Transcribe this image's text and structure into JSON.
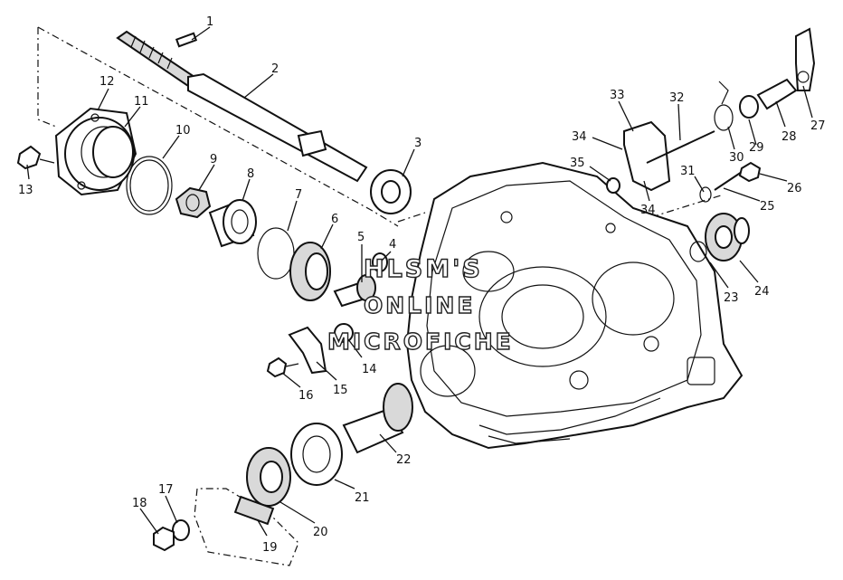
{
  "callouts": [
    {
      "id": "c1",
      "text": "1"
    },
    {
      "id": "c2",
      "text": "2"
    },
    {
      "id": "c3",
      "text": "3"
    },
    {
      "id": "c4",
      "text": "4"
    },
    {
      "id": "c5",
      "text": "5"
    },
    {
      "id": "c6",
      "text": "6"
    },
    {
      "id": "c7",
      "text": "7"
    },
    {
      "id": "c8",
      "text": "8"
    },
    {
      "id": "c9",
      "text": "9"
    },
    {
      "id": "c10",
      "text": "10"
    },
    {
      "id": "c11",
      "text": "11"
    },
    {
      "id": "c12",
      "text": "12"
    },
    {
      "id": "c13",
      "text": "13"
    },
    {
      "id": "c14",
      "text": "14"
    },
    {
      "id": "c15",
      "text": "15"
    },
    {
      "id": "c16",
      "text": "16"
    },
    {
      "id": "c17",
      "text": "17"
    },
    {
      "id": "c18",
      "text": "18"
    },
    {
      "id": "c19",
      "text": "19"
    },
    {
      "id": "c20",
      "text": "20"
    },
    {
      "id": "c21",
      "text": "21"
    },
    {
      "id": "c22",
      "text": "22"
    },
    {
      "id": "c23",
      "text": "23"
    },
    {
      "id": "c24",
      "text": "24"
    },
    {
      "id": "c25",
      "text": "25"
    },
    {
      "id": "c26",
      "text": "26"
    },
    {
      "id": "c27",
      "text": "27"
    },
    {
      "id": "c28",
      "text": "28"
    },
    {
      "id": "c29",
      "text": "29"
    },
    {
      "id": "c30",
      "text": "30"
    },
    {
      "id": "c31",
      "text": "31"
    },
    {
      "id": "c32",
      "text": "32"
    },
    {
      "id": "c33",
      "text": "33"
    },
    {
      "id": "c34a",
      "text": "34"
    },
    {
      "id": "c34b",
      "text": "34"
    },
    {
      "id": "c35",
      "text": "35"
    }
  ],
  "watermark": {
    "line1": "HLSM'S",
    "line2": "ONLINE",
    "line3": "MICROFICHE"
  }
}
